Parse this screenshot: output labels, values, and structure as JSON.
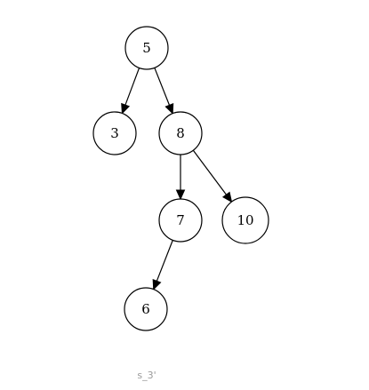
{
  "diagram": {
    "type": "binary-tree",
    "nodes": [
      {
        "id": "n5",
        "label": "5"
      },
      {
        "id": "n3",
        "label": "3"
      },
      {
        "id": "n8",
        "label": "8"
      },
      {
        "id": "n7",
        "label": "7"
      },
      {
        "id": "n10",
        "label": "10"
      },
      {
        "id": "n6",
        "label": "6"
      }
    ],
    "edges": [
      {
        "from": "n5",
        "to": "n3"
      },
      {
        "from": "n5",
        "to": "n8"
      },
      {
        "from": "n8",
        "to": "n7"
      },
      {
        "from": "n8",
        "to": "n10"
      },
      {
        "from": "n7",
        "to": "n6"
      }
    ],
    "caption": "s_3'"
  }
}
